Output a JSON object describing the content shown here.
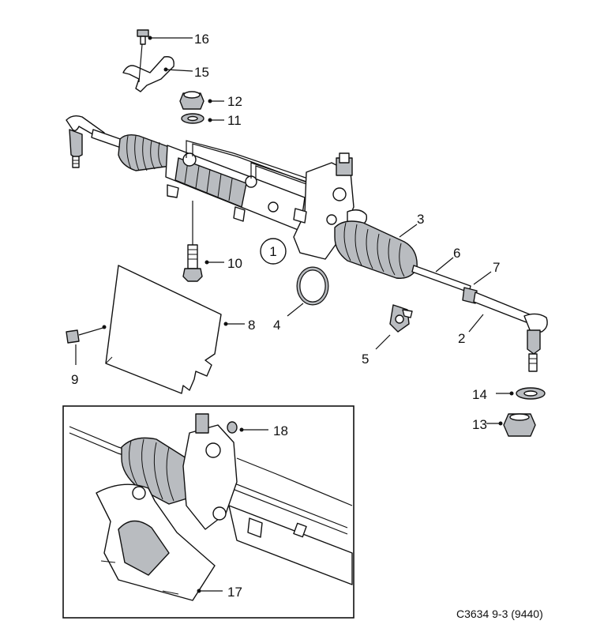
{
  "diagram_code": "C3634 9-3 (9440)",
  "main_assembly_label": "1",
  "callouts": {
    "c2": "2",
    "c3": "3",
    "c4": "4",
    "c5": "5",
    "c6": "6",
    "c7": "7",
    "c8": "8",
    "c9": "9",
    "c10": "10",
    "c11": "11",
    "c12": "12",
    "c13": "13",
    "c14": "14",
    "c15": "15",
    "c16": "16",
    "c17": "17",
    "c18": "18"
  }
}
